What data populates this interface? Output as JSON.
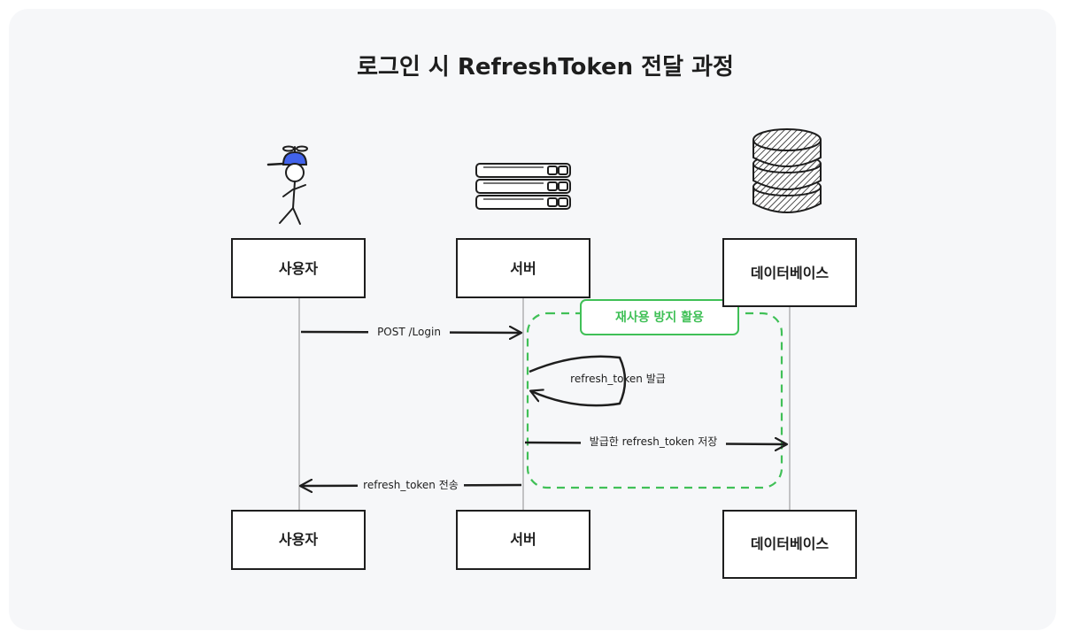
{
  "title": "로그인 시 RefreshToken 전달 과정",
  "participants": {
    "user": "사용자",
    "server": "서버",
    "database": "데이터베이스"
  },
  "messages": {
    "login": "POST /Login",
    "issue": "refresh_token 발급",
    "store": "발급한 refresh_token 저장",
    "send": "refresh_token 전송"
  },
  "note": {
    "label": "재사용 방지 활용",
    "color": "#40c057"
  },
  "icons": {
    "user": "stick-figure-with-propeller-cap-icon",
    "server": "server-rack-icon",
    "database": "database-cylinder-icon"
  },
  "colors": {
    "line": "#1e1e1e",
    "lifeline": "#a0a0a0",
    "cap": "#4263eb"
  }
}
